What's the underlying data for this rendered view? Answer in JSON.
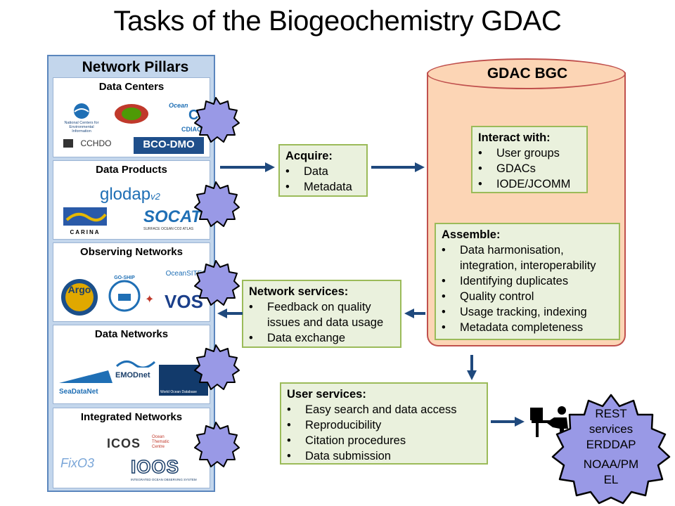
{
  "title": "Tasks of the Biogeochemistry GDAC",
  "pillars": {
    "heading": "Network Pillars",
    "panels": [
      {
        "title": "Data Centers",
        "logos": [
          "National Centers for Environmental Information",
          "Ocean",
          "CDIAC",
          "CCHDO",
          "BCO-DMO"
        ]
      },
      {
        "title": "Data Products",
        "logos": [
          "glodap",
          "v2",
          "CARINA",
          "SOCAT",
          "SURFACE OCEAN CO2 ATLAS"
        ]
      },
      {
        "title": "Observing Networks",
        "logos": [
          "Argo",
          "GO-SHIP",
          "OceanSITES",
          "VOS"
        ]
      },
      {
        "title": "Data Networks",
        "logos": [
          "SeaDataNet",
          "EMODnet",
          "World Ocean Database"
        ]
      },
      {
        "title": "Integrated Networks",
        "logos": [
          "ICOS",
          "Ocean Thematic Centre",
          "FixO3",
          "IOOS",
          "INTEGRATED OCEAN OBSERVING SYSTEM"
        ]
      }
    ]
  },
  "gdac": {
    "title": "GDAC BGC",
    "interact": {
      "heading": "Interact with:",
      "items": [
        "User groups",
        "GDACs",
        "IODE/JCOMM"
      ]
    },
    "assemble": {
      "heading": "Assemble:",
      "items": [
        "Data harmonisation, integration, interoperability",
        "Identifying duplicates",
        "Quality control",
        "Usage tracking, indexing",
        "Metadata completeness"
      ]
    }
  },
  "acquire": {
    "heading": "Acquire:",
    "items": [
      "Data",
      "Metadata"
    ]
  },
  "network_services": {
    "heading": "Network services:",
    "items": [
      "Feedback on quality issues and data usage",
      "Data exchange"
    ]
  },
  "user_services": {
    "heading": "User services:",
    "items": [
      "Easy search and data access",
      "Reproducibility",
      "Citation procedures",
      "Data submission"
    ]
  },
  "rest_gear": {
    "line1": "REST",
    "line2": "services",
    "line3": "ERDDAP",
    "line4": "NOAA/PM",
    "line5": "EL"
  },
  "colors": {
    "gear_fill": "#9999e6",
    "box_fill": "#eaf1dd",
    "box_border": "#9bbb59",
    "cylinder_fill": "#fcd5b5",
    "cylinder_border": "#c0504d",
    "arrow": "#1f497d",
    "pillar_bg": "#c3d6ec"
  },
  "icons": [
    "gear-icon",
    "arrow-right-icon",
    "arrow-left-icon",
    "arrow-down-icon",
    "computer-user-icon"
  ]
}
